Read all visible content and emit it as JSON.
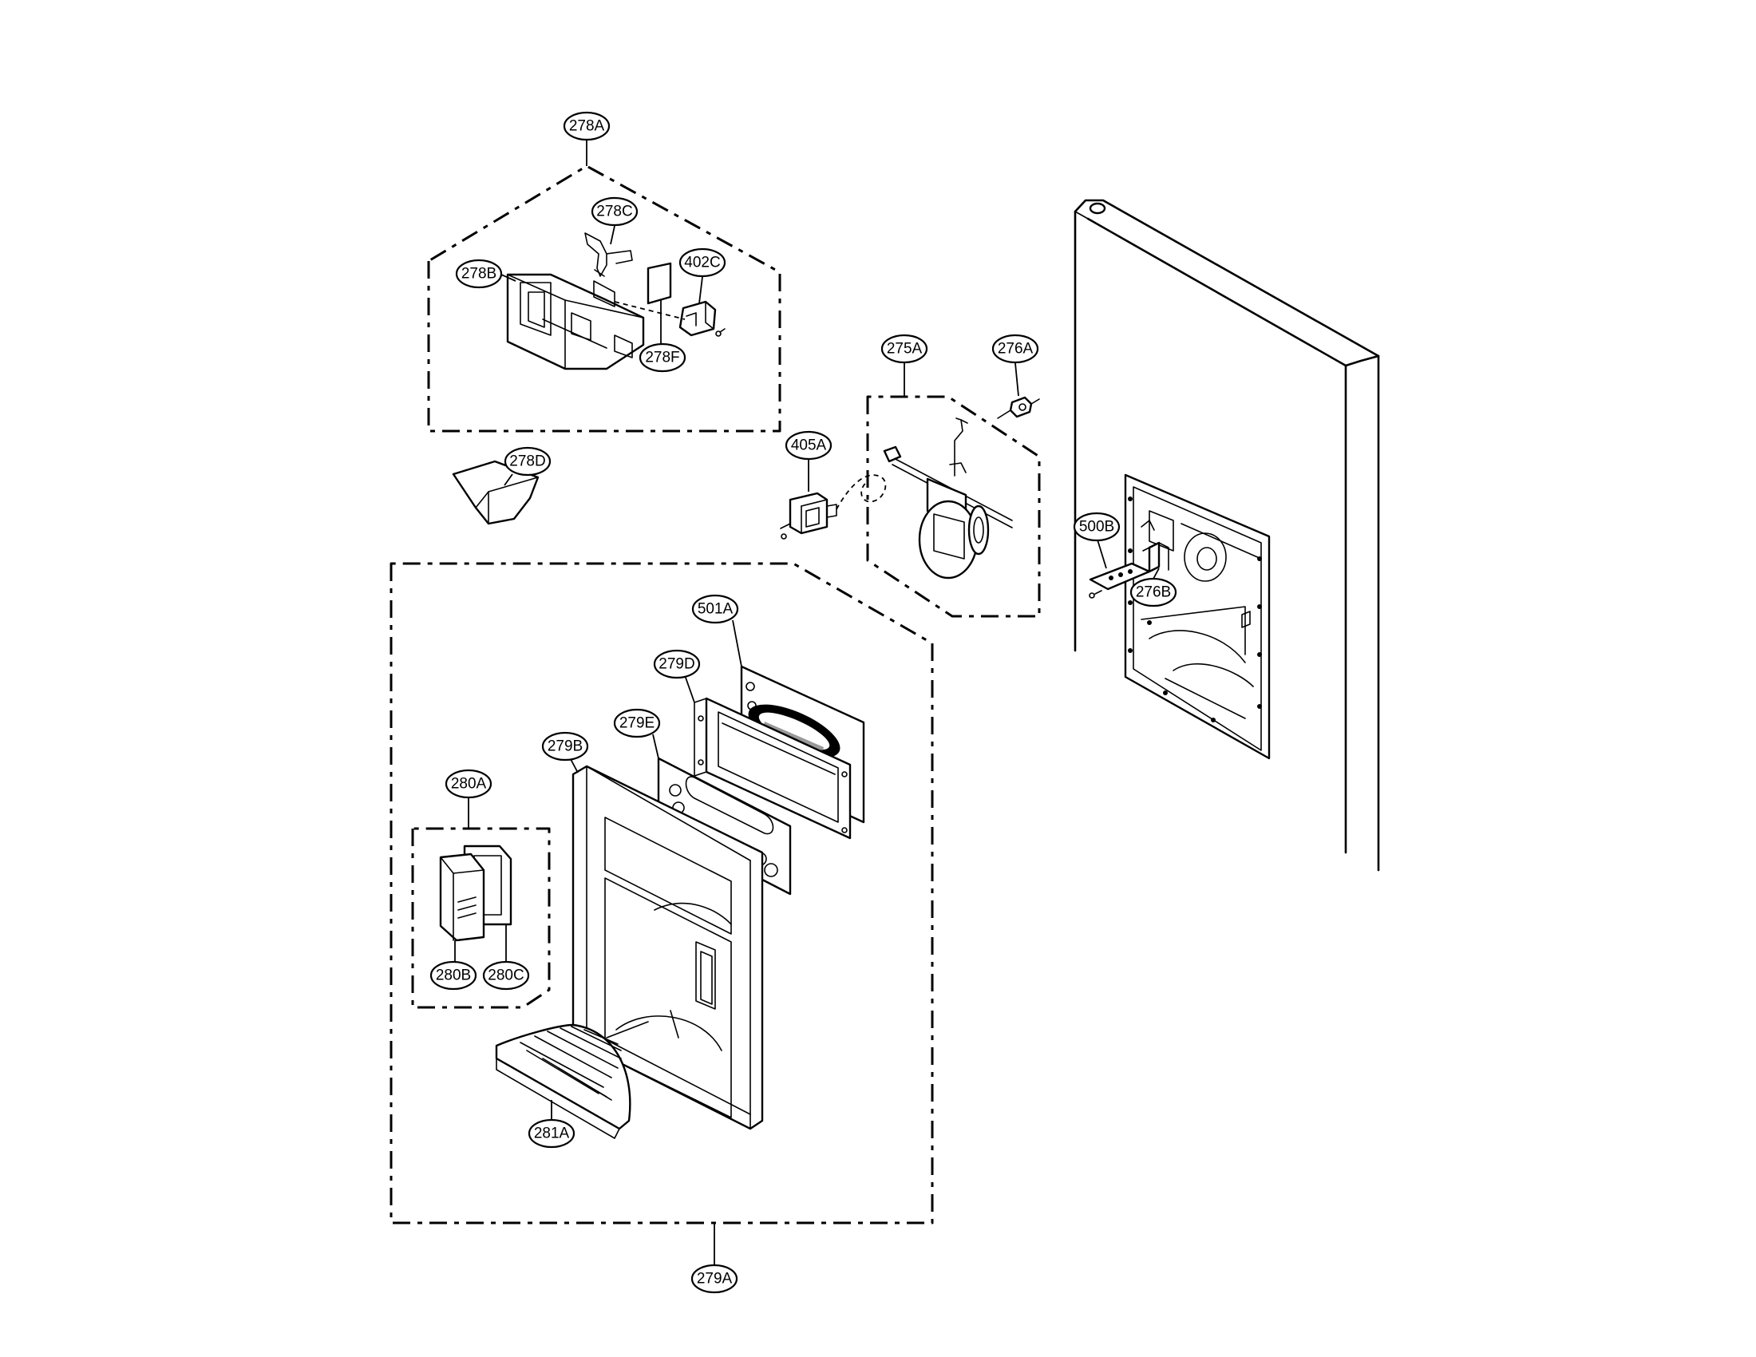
{
  "callouts": {
    "c278A": "278A",
    "c278C": "278C",
    "c278B": "278B",
    "c402C": "402C",
    "c278F": "278F",
    "c278D": "278D",
    "c275A": "275A",
    "c276A": "276A",
    "c405A": "405A",
    "c500B": "500B",
    "c276B": "276B",
    "c501A": "501A",
    "c279D": "279D",
    "c279E": "279E",
    "c279B": "279B",
    "c280A": "280A",
    "c280B": "280B",
    "c280C": "280C",
    "c281A": "281A",
    "c279A": "279A"
  }
}
